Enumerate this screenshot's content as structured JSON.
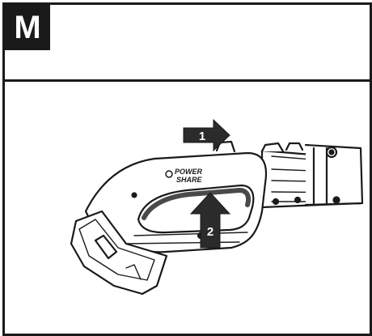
{
  "step": {
    "letter": "M"
  },
  "figure": {
    "brand_text_line1": "POWER",
    "brand_text_line2": "SHARE",
    "arrows": [
      {
        "label": "1",
        "direction": "right"
      },
      {
        "label": "2",
        "direction": "up"
      }
    ]
  },
  "colors": {
    "ink": "#1a1a1a",
    "paper": "#ffffff",
    "arrow": "#2b2b2b"
  }
}
